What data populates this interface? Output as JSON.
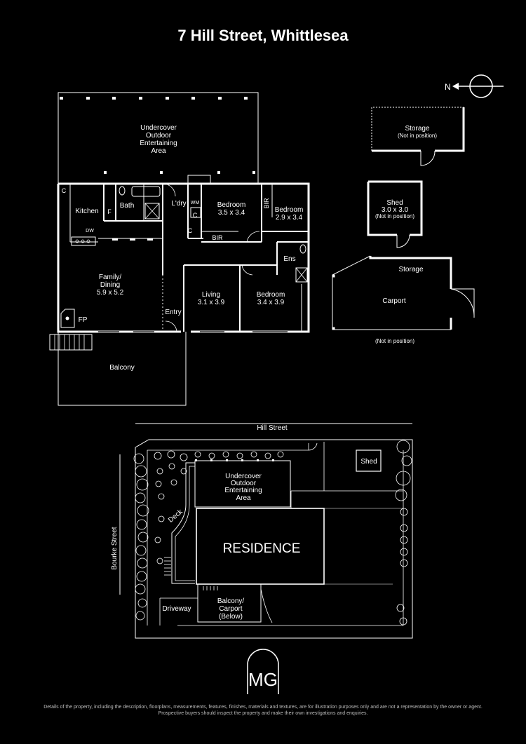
{
  "title": "7 Hill Street, Whittlesea",
  "compass": {
    "label": "N"
  },
  "floorplan": {
    "undercover": [
      "Undercover",
      "Outdoor",
      "Entertaining",
      "Area"
    ],
    "kitchen": "Kitchen",
    "c_kitchen": "C",
    "f": "F",
    "dw": "DW",
    "bath": "Bath",
    "laundry": "L'dry",
    "wm": "WM",
    "c_laundry": "C",
    "c_hall": "C",
    "bedroom1": {
      "name": "Bedroom",
      "size": "3.5 x 3.4"
    },
    "bir1": "BIR",
    "bir2": "BIR",
    "bedroom2": {
      "name": "Bedroom",
      "size": "2.9 x 3.4"
    },
    "ens": "Ens",
    "family": {
      "name1": "Family/",
      "name2": "Dining",
      "size": "5.9 x 5.2"
    },
    "living": {
      "name": "Living",
      "size": "3.1 x 3.9"
    },
    "bedroom3": {
      "name": "Bedroom",
      "size": "3.4 x 3.9"
    },
    "entry": "Entry",
    "fp": "FP",
    "balcony": "Balcony"
  },
  "outbuildings": {
    "storage1": {
      "name": "Storage",
      "note": "(Not in position)"
    },
    "shed": {
      "name": "Shed",
      "size": "3.0 x 3.0",
      "note": "(Not in position)"
    },
    "storage2": "Storage",
    "carport": "Carport",
    "carport_note": "(Not in position)"
  },
  "siteplan": {
    "hill_street": "Hill Street",
    "bourke_street": "Bourke Street",
    "shed": "Shed",
    "undercover": [
      "Undercover",
      "Outdoor",
      "Entertaining",
      "Area"
    ],
    "deck": "Deck",
    "residence": "RESIDENCE",
    "driveway": "Driveway",
    "balcony": [
      "Balcony/",
      "Carport",
      "(Below)"
    ]
  },
  "logo": {
    "letters": "MG"
  },
  "disclaimer": [
    "Details of the property, including the description, floorplans, measurements, features, finishes, materials and textures, are for illustration purposes only and are not a representation by the owner or agent.",
    "Prospective buyers should inspect the property and make their own investigations and enquiries."
  ]
}
